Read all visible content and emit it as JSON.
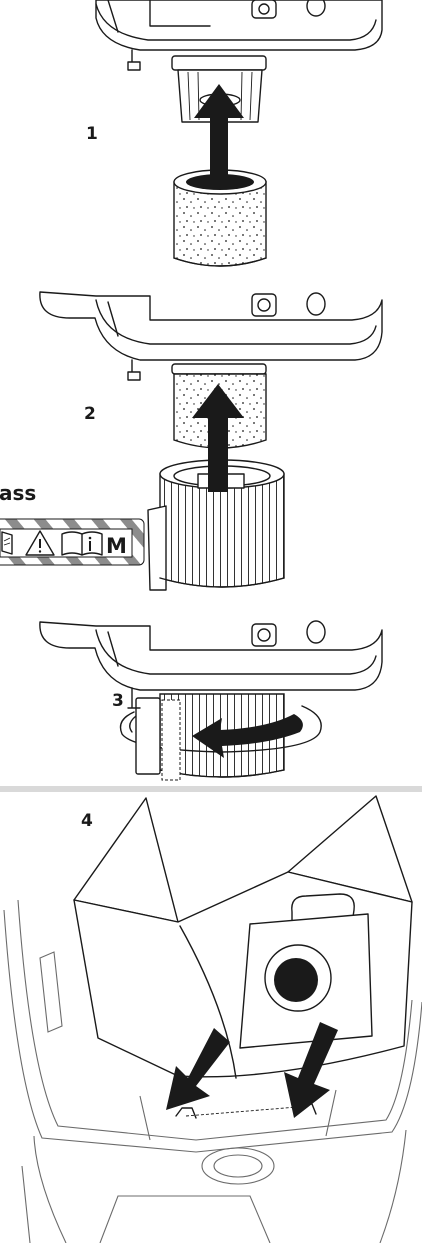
{
  "steps": [
    {
      "label": "1"
    },
    {
      "label": "2"
    },
    {
      "label": "3"
    },
    {
      "label": "4"
    }
  ],
  "cropped_text": "ass",
  "safety_badge": {
    "icons": [
      "manual-book-icon",
      "warning-triangle-icon",
      "info-book-icon"
    ],
    "letter": "M"
  },
  "colors": {
    "line": "#1a1a1a",
    "divider": "#d9d9d9",
    "badge_stripe": "#8c8c8c"
  }
}
